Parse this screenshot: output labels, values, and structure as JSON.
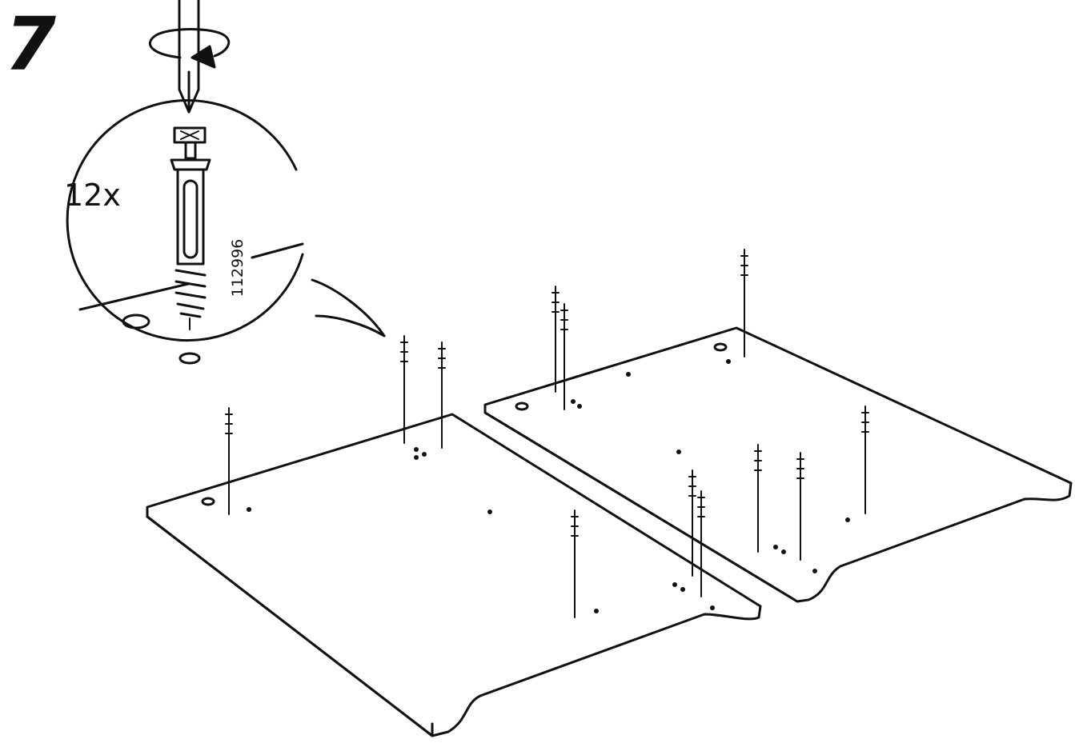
{
  "step": {
    "number": "7"
  },
  "detail": {
    "quantity": "12x",
    "part_number": "112996"
  },
  "icons": {
    "screwdriver": "screwdriver-icon",
    "rotation": "clockwise-rotation-arrow-icon",
    "cam_dowel": "cam-lock-dowel-icon"
  },
  "colors": {
    "line": "#111111",
    "fill": "#ffffff"
  }
}
